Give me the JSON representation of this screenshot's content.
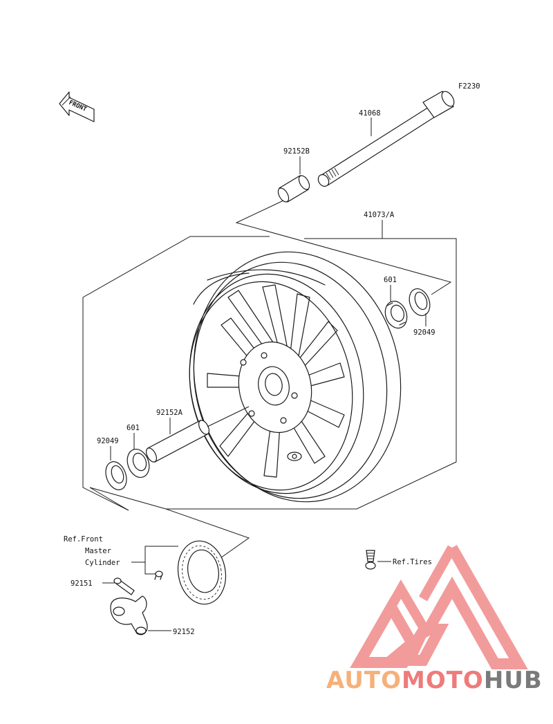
{
  "diagram": {
    "figure_code": "F2230",
    "front_arrow_label": "FRONT",
    "parts": [
      {
        "id": "41068"
      },
      {
        "id": "92152B"
      },
      {
        "id": "41073/A"
      },
      {
        "id": "601"
      },
      {
        "id": "92049"
      },
      {
        "id": "92152A"
      },
      {
        "id": "601"
      },
      {
        "id": "92049"
      },
      {
        "id": "92151"
      },
      {
        "id": "92152"
      }
    ],
    "references": {
      "master_cylinder": [
        "Ref.Front",
        "Master",
        "Cylinder"
      ],
      "tires": "Ref.Tires"
    }
  },
  "watermark": {
    "part1": "AUTO",
    "part2": "MOTO",
    "part3": "HUB",
    "color_light": "#f6b07a",
    "color_mid": "#ee7b7b",
    "color_dark": "#7a7a7a",
    "logo_color": "#f08a8a"
  }
}
